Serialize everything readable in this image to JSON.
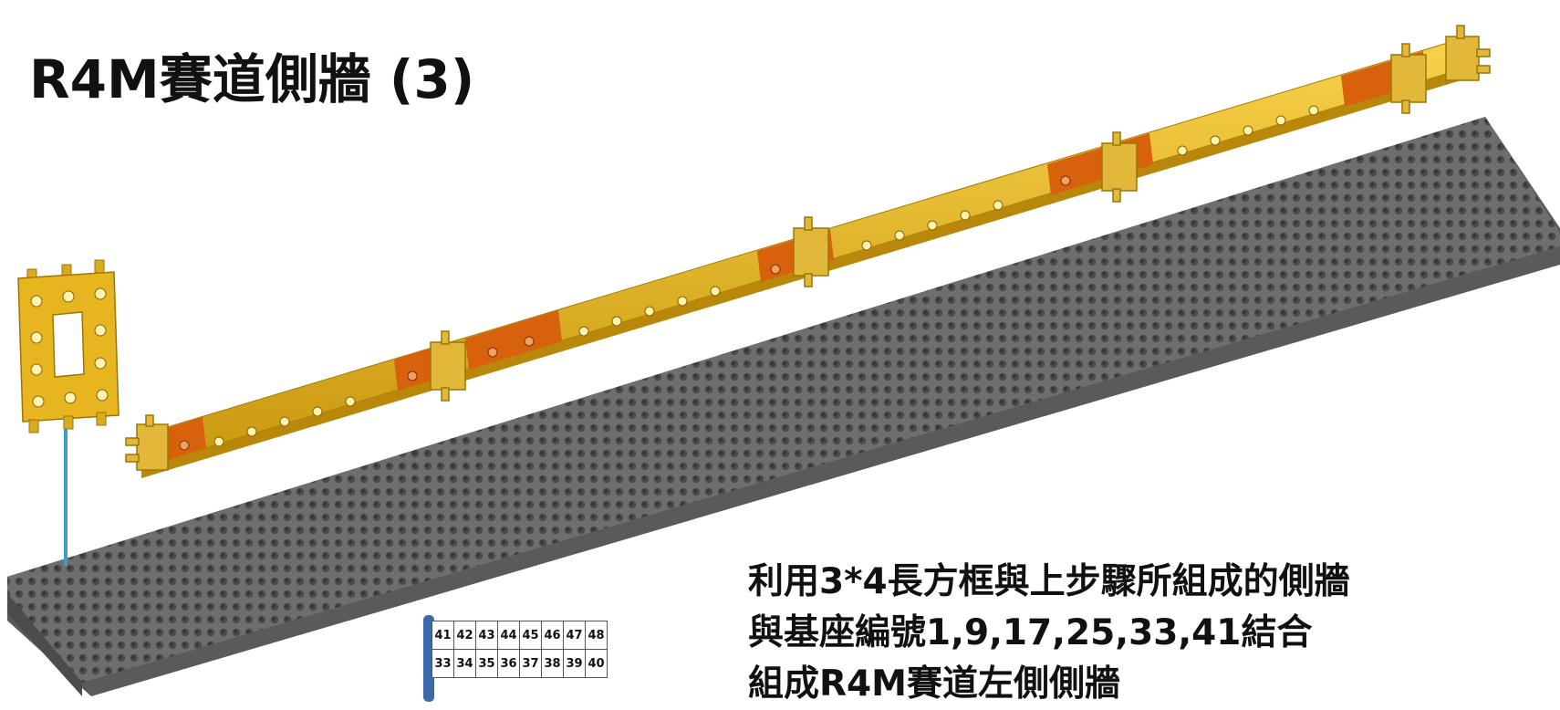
{
  "title": "R4M賽道側牆 (3)",
  "instructions": [
    "利用3*4長方框與上步驟所組成的側牆",
    "與基座編號1,9,17,25,33,41結合",
    "組成R4M賽道左側側牆"
  ],
  "grid": {
    "rows": [
      [
        "41",
        "42",
        "43",
        "44",
        "45",
        "46",
        "47",
        "48"
      ],
      [
        "33",
        "34",
        "35",
        "36",
        "37",
        "38",
        "39",
        "40"
      ]
    ]
  },
  "colors": {
    "yellow": "#e3b21a",
    "orange": "#d8610e",
    "base": "#6b6b6b",
    "connector": "#3aa0c0"
  }
}
